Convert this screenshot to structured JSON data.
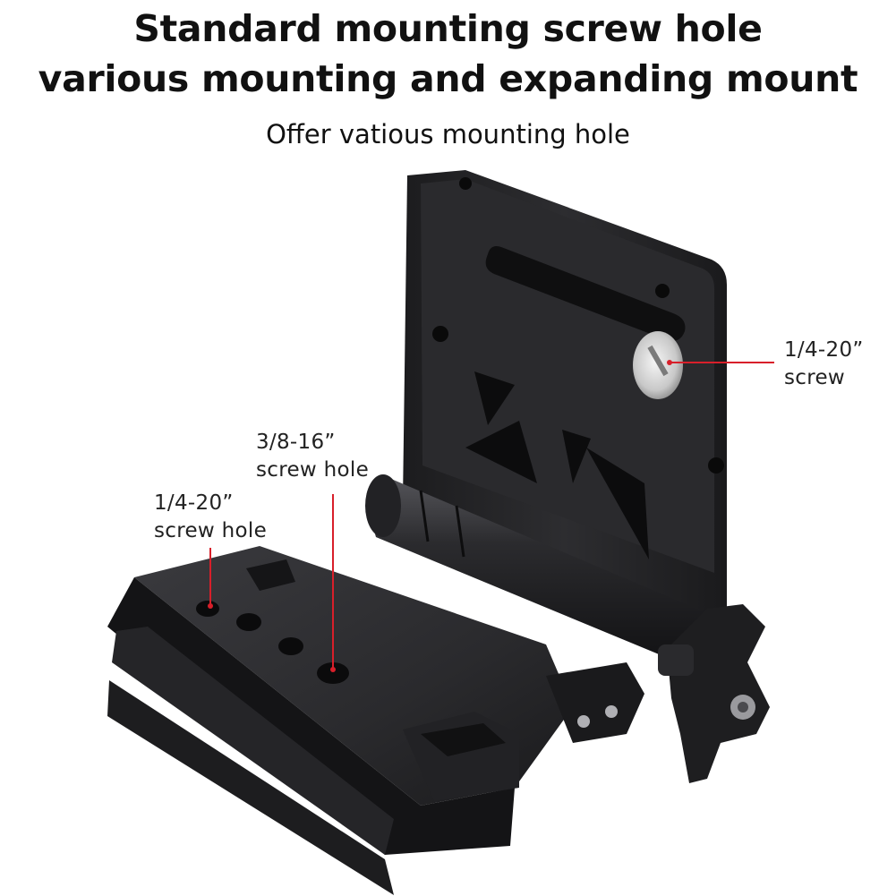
{
  "header": {
    "title_line1": "Standard mounting screw hole",
    "title_line2": "various mounting and expanding mount",
    "subtitle": "Offer vatious mounting hole"
  },
  "callouts": [
    {
      "line1": "1/4-20”",
      "line2": "screw"
    },
    {
      "line1": "3/8-16”",
      "line2": "screw hole"
    },
    {
      "line1": "1/4-20”",
      "line2": "screw hole"
    }
  ],
  "colors": {
    "callout_line": "#d81f2a",
    "metal_dark": "#1c1c1e",
    "metal_mid": "#2c2c2f",
    "metal_light": "#4a4a4e",
    "text": "#111111"
  }
}
